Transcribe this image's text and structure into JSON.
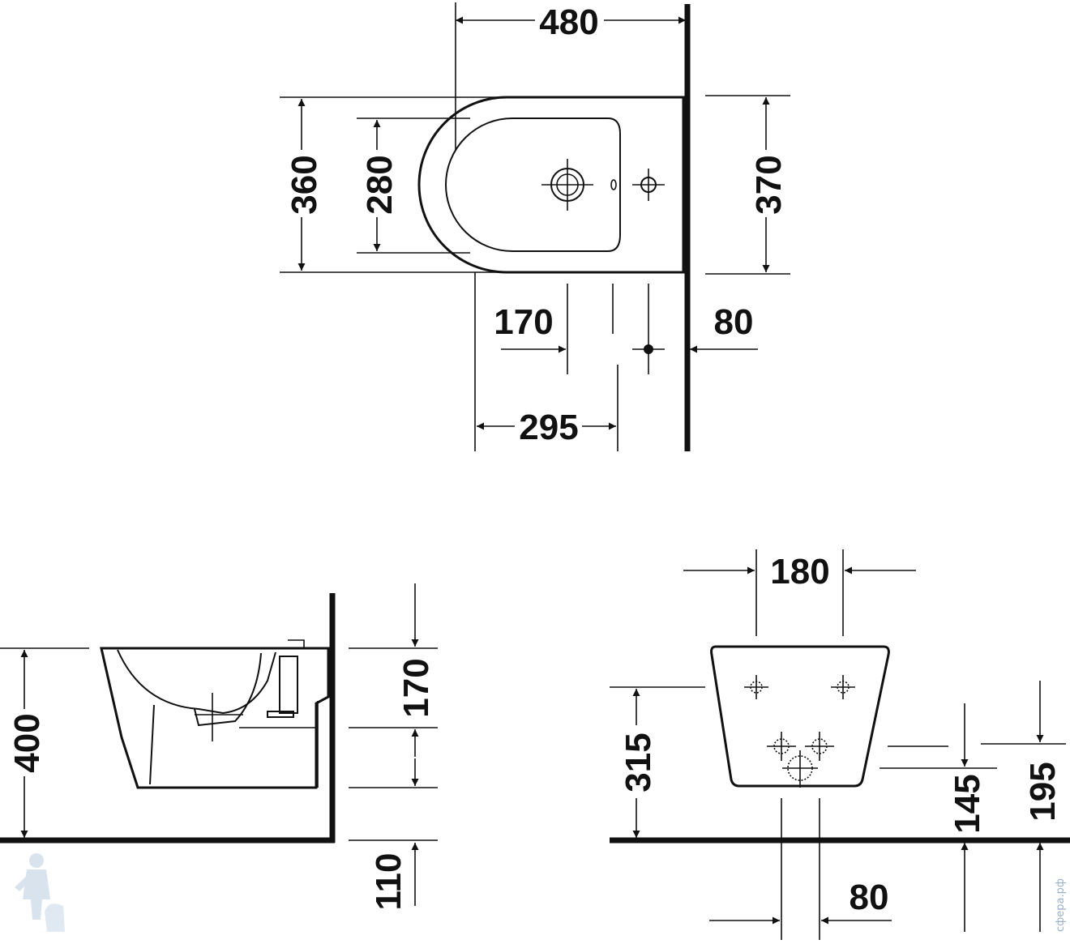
{
  "diagram": {
    "top_view": {
      "width": "480",
      "depth_outer": "360",
      "depth_inner": "280",
      "depth_total": "370",
      "tap_hole_offset": "170",
      "wall_offset": "80",
      "drain_offset": "295"
    },
    "side_view": {
      "height": "400",
      "rim_to_mid": "170",
      "floor_gap": "110"
    },
    "rear_view": {
      "bolt_spacing": "180",
      "bolt_height": "315",
      "supply_height": "145",
      "drain_height": "195",
      "drain_spacing": "80"
    },
    "watermark": "сфера.рф"
  }
}
